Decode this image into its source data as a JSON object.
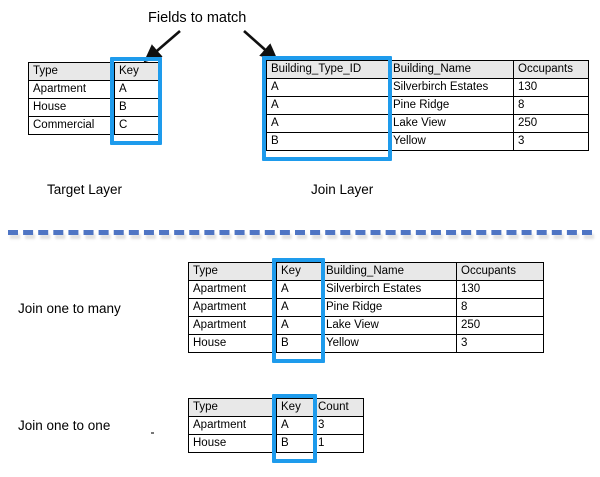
{
  "annotations": {
    "fields_to_match": "Fields to match",
    "arrow_left_name": "arrow-to-target-key",
    "arrow_right_name": "arrow-to-join-key"
  },
  "colors": {
    "highlight_blue": "#1E9BEC",
    "divider_blue": "#4F75C4",
    "header_gray": "#E8E8E8",
    "border_black": "#000000"
  },
  "target_layer": {
    "caption": "Target Layer",
    "headers": [
      "Type",
      "Key"
    ],
    "rows": [
      [
        "Apartment",
        "A"
      ],
      [
        "House",
        "B"
      ],
      [
        "Commercial",
        "C"
      ]
    ],
    "highlighted_column": "Key"
  },
  "join_layer": {
    "caption": "Join Layer",
    "headers": [
      "Building_Type_ID",
      "Building_Name",
      "Occupants"
    ],
    "rows": [
      [
        "A",
        "Silverbirch Estates",
        "130"
      ],
      [
        "A",
        "Pine Ridge",
        "8"
      ],
      [
        "A",
        "Lake View",
        "250"
      ],
      [
        "B",
        "Yellow",
        "3"
      ]
    ],
    "highlighted_column": "Building_Type_ID"
  },
  "one_to_many": {
    "label": "Join one to many",
    "headers": [
      "Type",
      "Key",
      "Building_Name",
      "Occupants"
    ],
    "rows": [
      [
        "Apartment",
        "A",
        "Silverbirch Estates",
        "130"
      ],
      [
        "Apartment",
        "A",
        "Pine Ridge",
        "8"
      ],
      [
        "Apartment",
        "A",
        "Lake View",
        "250"
      ],
      [
        "House",
        "B",
        "Yellow",
        "3"
      ]
    ],
    "highlighted_column": "Key"
  },
  "one_to_one": {
    "label": "Join one to one",
    "headers": [
      "Type",
      "Key",
      "Count"
    ],
    "rows": [
      [
        "Apartment",
        "A",
        "3"
      ],
      [
        "House",
        "B",
        "1"
      ]
    ],
    "highlighted_column": "Key"
  }
}
